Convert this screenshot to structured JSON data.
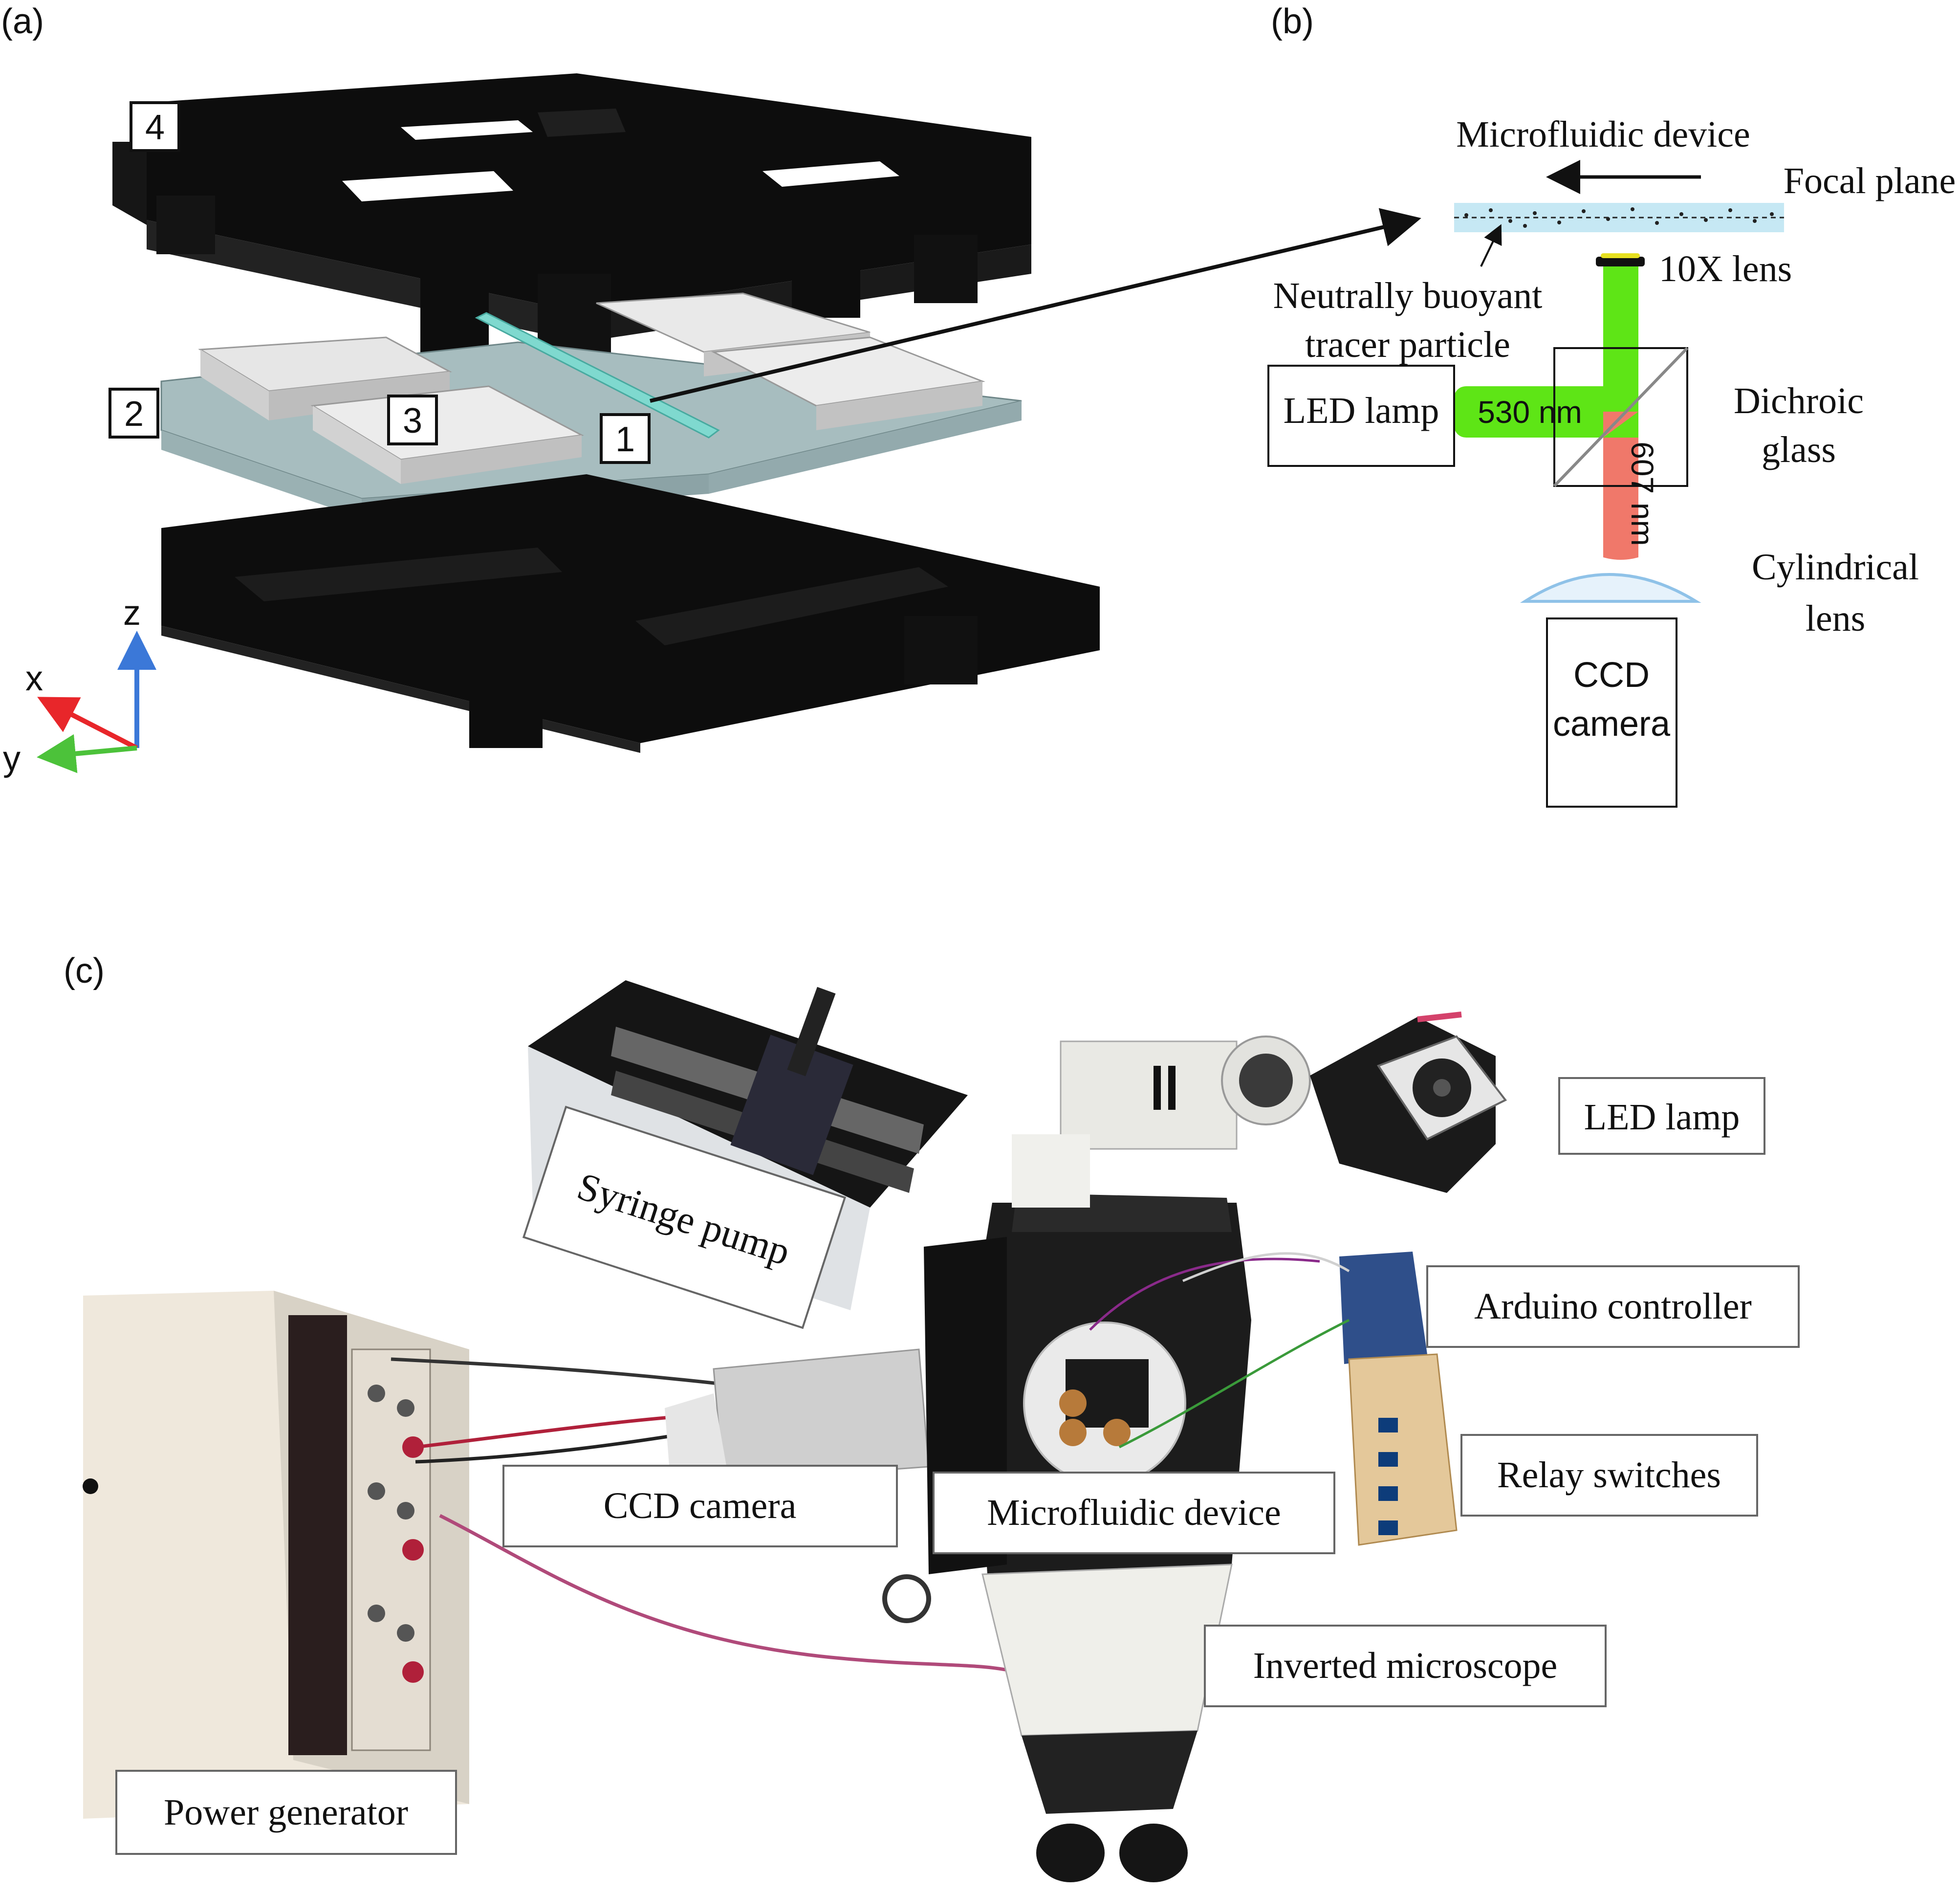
{
  "panels": {
    "a": {
      "label": "(a)",
      "parts": [
        "1",
        "2",
        "3",
        "4"
      ],
      "axes": [
        "x",
        "y",
        "z"
      ],
      "colors": {
        "x": "#e8262a",
        "y": "#4cc23a",
        "z": "#3b78d8",
        "block": "#111111",
        "chip": "#a7bdbf",
        "channel": "#7fd9cf"
      }
    },
    "b": {
      "label": "(b)",
      "microfluidic_device": "Microfluidic device",
      "focal_plane": "Focal plane",
      "tracer_line1": "Neutrally buoyant",
      "tracer_line2": "tracer particle",
      "lens10x": "10X lens",
      "led_lamp": "LED lamp",
      "wl_green": "530 nm",
      "wl_red": "607 nm",
      "dichroic_line1": "Dichroic",
      "dichroic_line2": "glass",
      "cyl_line1": "Cylindrical",
      "cyl_line2": "lens",
      "ccd_line1": "CCD",
      "ccd_line2": "camera",
      "colors": {
        "green": "#5ee516",
        "red": "#f0786a",
        "channel": "#c6e8f4",
        "lens": "#cfe6f6"
      }
    },
    "c": {
      "label": "(c)",
      "labels": {
        "led_lamp": "LED lamp",
        "syringe_pump": "Syringe pump",
        "arduino": "Arduino controller",
        "relay": "Relay switches",
        "ccd": "CCD camera",
        "microfluidic": "Microfluidic device",
        "microscope": "Inverted microscope",
        "power": "Power generator"
      }
    }
  }
}
